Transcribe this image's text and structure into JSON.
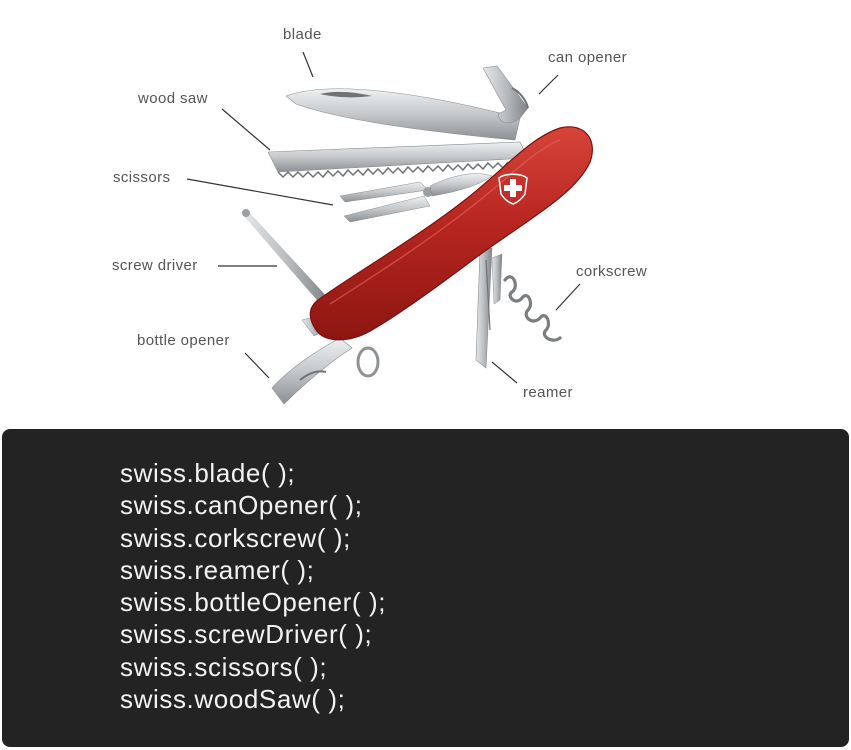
{
  "diagram": {
    "labels": {
      "blade": "blade",
      "can_opener": "can opener",
      "wood_saw": "wood saw",
      "scissors": "scissors",
      "screw_driver": "screw driver",
      "corkscrew": "corkscrew",
      "bottle_opener": "bottle opener",
      "reamer": "reamer"
    },
    "colors": {
      "handle": "#b3211d",
      "handle_highlight": "#cf3a32",
      "steel": "#c9ccce",
      "steel_dark": "#8e9295",
      "leader": "#333333"
    },
    "logo_icon": "cross-shield-icon"
  },
  "code": {
    "background": "#232323",
    "lines": [
      "swiss.blade( );",
      "swiss.canOpener( );",
      "swiss.corkscrew( );",
      "swiss.reamer( );",
      "swiss.bottleOpener( );",
      "swiss.screwDriver( );",
      "swiss.scissors( );",
      "swiss.woodSaw( );"
    ]
  }
}
